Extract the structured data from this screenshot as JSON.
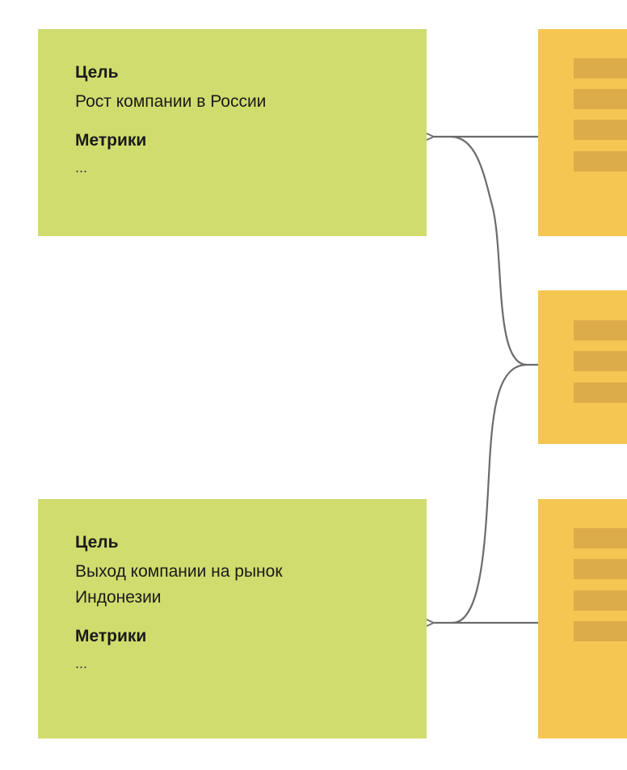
{
  "goals": [
    {
      "goal_heading": "Цель",
      "goal_text": "Рост компании в России",
      "metrics_heading": "Метрики",
      "metrics_text": "..."
    },
    {
      "goal_heading": "Цель",
      "goal_text": "Выход компании на рынок Индонезии",
      "metrics_heading": "Метрики",
      "metrics_text": "..."
    }
  ],
  "task_cards": [
    {
      "placeholder_lines": 4
    },
    {
      "placeholder_lines": 3
    },
    {
      "placeholder_lines": 4
    }
  ],
  "colors": {
    "goal_card": "#d1dc6e",
    "task_card": "#f5c652",
    "task_line": "#ddac4a",
    "connector": "#6b6b6b"
  }
}
